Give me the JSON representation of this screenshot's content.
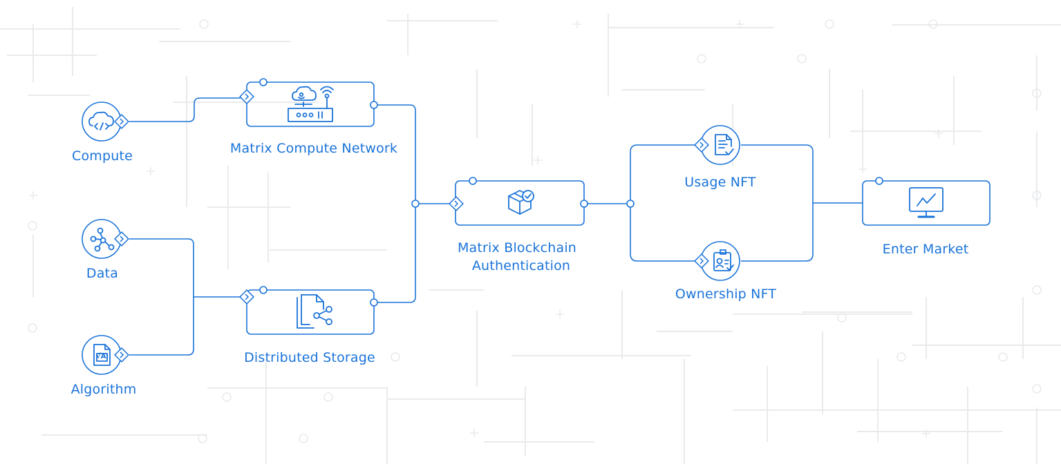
{
  "colors": {
    "accent": "#1a73d9",
    "background": "#ffffff",
    "grid": "#e9eaec"
  },
  "nodes": {
    "compute": {
      "label": "Compute",
      "icon": "cloud-code-icon"
    },
    "data": {
      "label": "Data",
      "icon": "network-nodes-icon"
    },
    "algorithm": {
      "label": "Algorithm",
      "icon": "algorithm-document-icon",
      "icon_text": "√Ai"
    },
    "compute_network": {
      "label": "Matrix Compute Network",
      "icon": "cloud-router-icon"
    },
    "distributed_storage": {
      "label": "Distributed Storage",
      "icon": "file-share-icon"
    },
    "blockchain_auth": {
      "label_line1": "Matrix Blockchain",
      "label_line2": "Authentication",
      "icon": "verified-box-icon"
    },
    "usage_nft": {
      "label": "Usage NFT",
      "icon": "checked-document-icon"
    },
    "ownership_nft": {
      "label": "Ownership NFT",
      "icon": "id-card-icon"
    },
    "enter_market": {
      "label": "Enter Market",
      "icon": "monitor-chart-icon"
    }
  }
}
